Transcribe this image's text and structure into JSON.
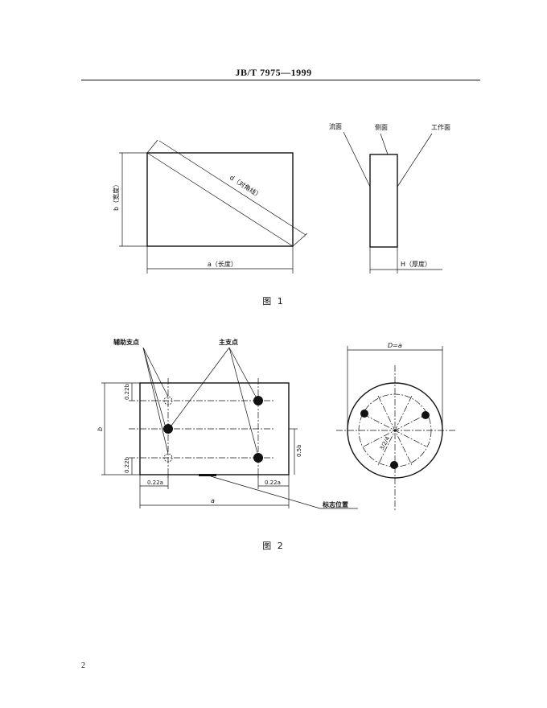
{
  "header": {
    "doc_code": "JB/T  7975—1999"
  },
  "figure1": {
    "caption": "图  1",
    "labels": {
      "diagonal": "d（对角线）",
      "width": "b（宽度）",
      "length": "a（长度）",
      "thickness": "H（厚度）",
      "flow_face": "流面",
      "side_face": "侧面",
      "work_face": "工作面"
    }
  },
  "figure2": {
    "caption": "图  2",
    "labels": {
      "aux_support": "辅助支点",
      "main_support": "主支点",
      "mark_position": "标志位置",
      "dim_a": "a",
      "dim_b": "b",
      "dim_022a_left": "0.22a",
      "dim_022a_right": "0.22a",
      "dim_022b_top": "0.22b",
      "dim_022b_bottom": "0.22b",
      "dim_05b": "0.5b",
      "dim_D": "D=a",
      "dim_radius": "3/2/4"
    }
  },
  "page_number": "2"
}
